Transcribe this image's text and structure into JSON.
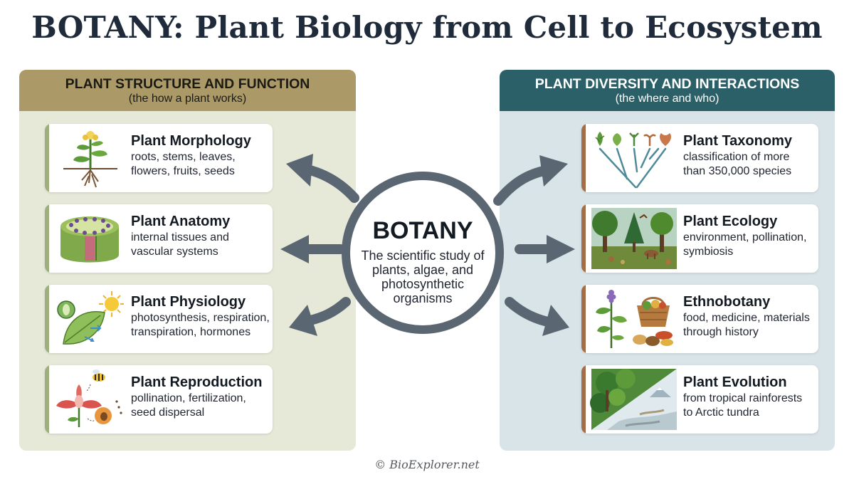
{
  "title": "BOTANY: Plant Biology from Cell to Ecosystem",
  "left_panel": {
    "title": "PLANT STRUCTURE AND FUNCTION",
    "subtitle": "(the how a plant works)",
    "cards": [
      {
        "title": "Plant Morphology",
        "desc_line1": "roots, stems, leaves,",
        "desc_line2": "flowers, fruits, seeds",
        "icon": "plant-morphology-icon"
      },
      {
        "title": "Plant Anatomy",
        "desc_line1": "internal tissues and",
        "desc_line2": "vascular systems",
        "icon": "stem-cross-section-icon"
      },
      {
        "title": "Plant Physiology",
        "desc_line1": "photosynthesis, respiration,",
        "desc_line2": "transpiration, hormones",
        "icon": "leaf-sun-icon"
      },
      {
        "title": "Plant Reproduction",
        "desc_line1": "pollination, fertilization,",
        "desc_line2": "seed dispersal",
        "icon": "flower-bee-icon"
      }
    ]
  },
  "right_panel": {
    "title": "PLANT DIVERSITY AND INTERACTIONS",
    "subtitle": "(the where and who)",
    "cards": [
      {
        "title": "Plant Taxonomy",
        "desc_line1": "classification of more",
        "desc_line2": "than 350,000 species",
        "icon": "phylogenetic-tree-icon"
      },
      {
        "title": "Plant Ecology",
        "desc_line1": "environment, pollination,",
        "desc_line2": "symbiosis",
        "icon": "forest-ecosystem-icon"
      },
      {
        "title": "Ethnobotany",
        "desc_line1": "food, medicine, materials",
        "desc_line2": "through history",
        "icon": "herbs-basket-icon"
      },
      {
        "title": "Plant Evolution",
        "desc_line1": "from tropical rainforests",
        "desc_line2": "to Arctic tundra",
        "icon": "rainforest-tundra-icon"
      }
    ]
  },
  "center": {
    "title": "BOTANY",
    "desc": "The scientific study of plants, algae, and photosynthetic organisms"
  },
  "footer": "© BioExplorer.net",
  "colors": {
    "left_header": "#ab9a68",
    "left_panel": "#e6e8d8",
    "right_header": "#2b6069",
    "right_panel": "#d9e4e8",
    "arrows": "#5b6673"
  }
}
